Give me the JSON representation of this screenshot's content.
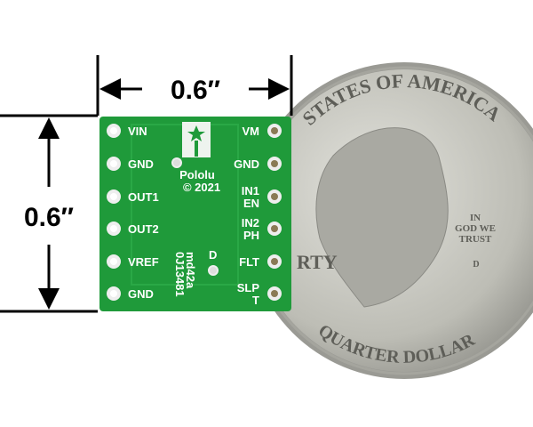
{
  "dimensions": {
    "width_label": "0.6″",
    "height_label": "0.6″"
  },
  "board": {
    "left_pins": [
      "VIN",
      "GND",
      "OUT1",
      "OUT2",
      "VREF",
      "GND"
    ],
    "right_pins": [
      [
        "VM"
      ],
      [
        "GND"
      ],
      [
        "IN1",
        "EN"
      ],
      [
        "IN2",
        "PH"
      ],
      [
        "FLT"
      ],
      [
        "SLP",
        "T"
      ]
    ],
    "logo_text": "Pololu",
    "copyright": "© 2021",
    "part_code": [
      "md42a",
      "0J13481"
    ],
    "marker": "D"
  },
  "coin": {
    "top_text": "STATES OF AMERICA",
    "bottom_text": "QUARTER DOLLAR",
    "liberty": "RTY",
    "motto": [
      "IN",
      "GOD WE",
      "TRUST"
    ],
    "mint_mark": "D"
  },
  "colors": {
    "pcb": "#1f9a3a",
    "coin": "#c9c9c2"
  }
}
